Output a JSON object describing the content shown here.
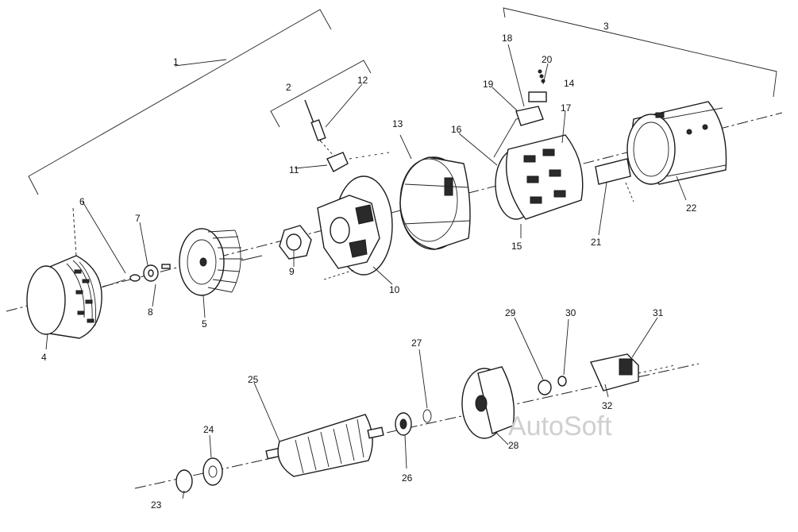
{
  "diagram": {
    "group_labels": [
      "1",
      "2",
      "3"
    ],
    "part_labels": [
      "4",
      "5",
      "6",
      "7",
      "8",
      "9",
      "10",
      "11",
      "12",
      "13",
      "14",
      "15",
      "16",
      "17",
      "18",
      "19",
      "20",
      "21",
      "22",
      "23",
      "24",
      "25",
      "26",
      "27",
      "28",
      "29",
      "30",
      "31",
      "32"
    ],
    "watermark": "AutoSoft"
  }
}
